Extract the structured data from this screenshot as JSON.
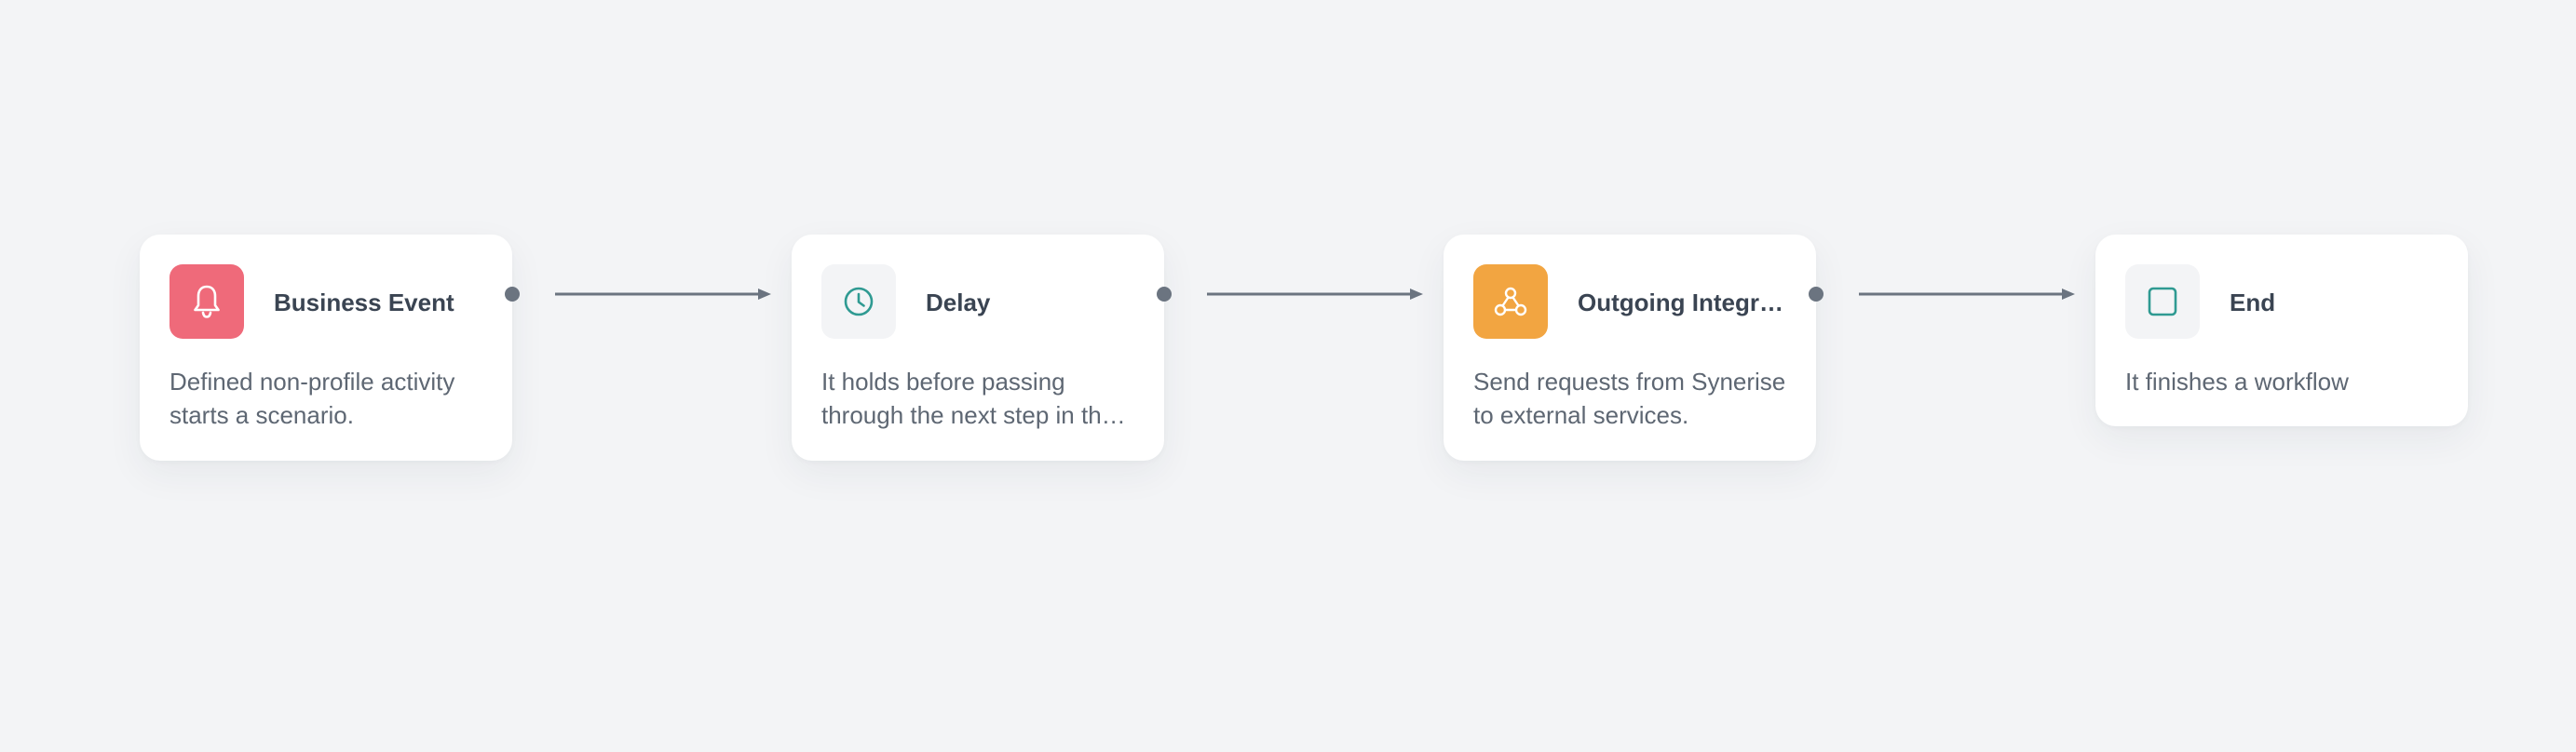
{
  "workflow": {
    "nodes": [
      {
        "title": "Business Event",
        "description": "Defined non-profile activity starts a scenario.",
        "icon": "bell-icon",
        "icon_bg": "#ef6a7a",
        "icon_color": "#ffffff"
      },
      {
        "title": "Delay",
        "description": "It holds before passing through the next step in the workflow.",
        "icon": "clock-icon",
        "icon_bg": "#f3f4f6",
        "icon_color": "#2f9a92"
      },
      {
        "title": "Outgoing Integration",
        "description": "Send requests from Synerise to external services.",
        "icon": "webhook-icon",
        "icon_bg": "#f2a541",
        "icon_color": "#ffffff"
      },
      {
        "title": "End",
        "description": "It finishes a workflow",
        "icon": "square-icon",
        "icon_bg": "#f3f4f6",
        "icon_color": "#2f9a92"
      }
    ],
    "colors": {
      "background": "#f3f4f6",
      "connector": "#6b7480",
      "title_text": "#3a4452",
      "body_text": "#5e6773"
    }
  }
}
